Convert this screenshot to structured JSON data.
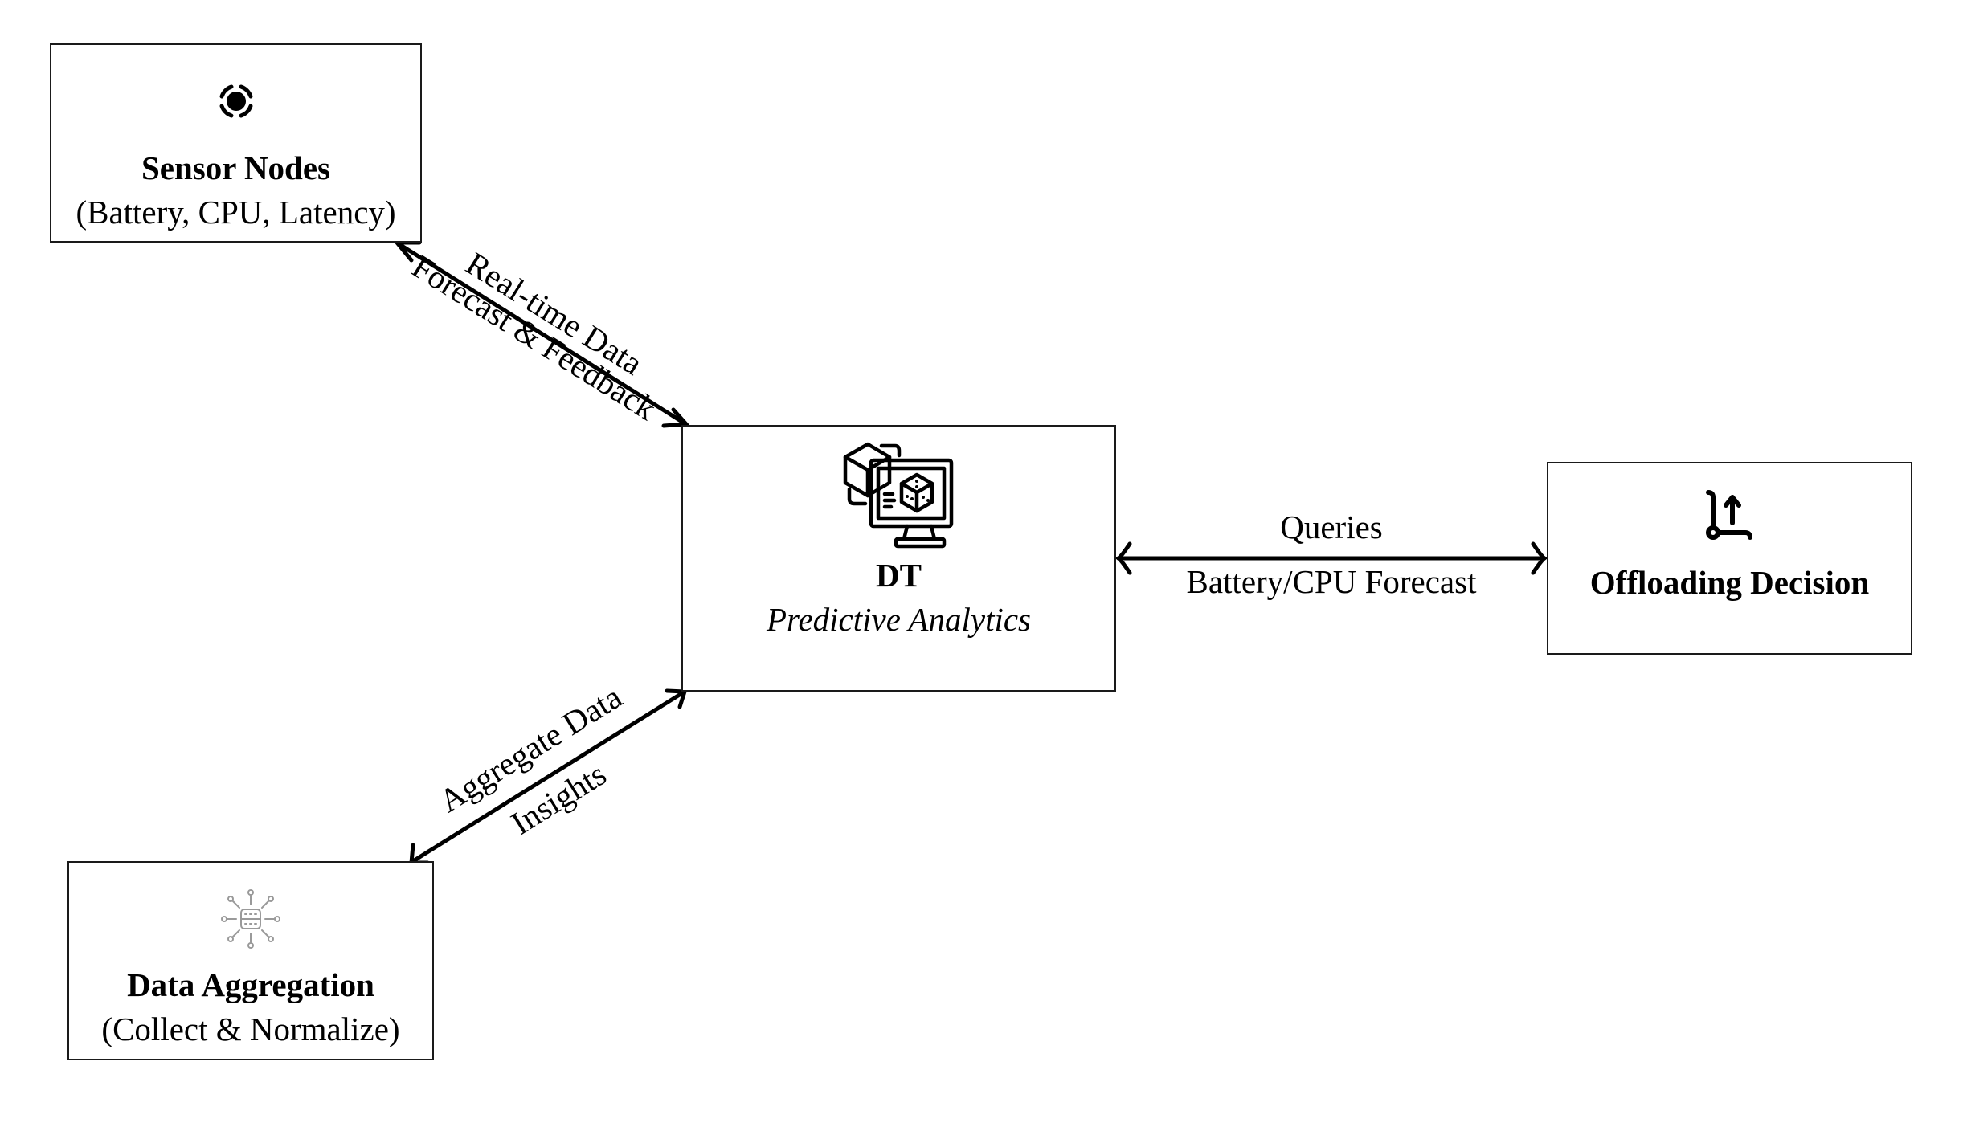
{
  "diagram": {
    "nodes": {
      "sensor": {
        "title": "Sensor Nodes",
        "subtitle": "(Battery, CPU, Latency)",
        "icon": "sensor-radar-icon"
      },
      "dt": {
        "title": "DT",
        "subtitle": "Predictive Analytics",
        "icon": "digital-twin-monitor-cube-icon"
      },
      "offload": {
        "title": "Offloading Decision",
        "icon": "offload-upload-cart-icon"
      },
      "aggregation": {
        "title": "Data Aggregation",
        "subtitle": "(Collect & Normalize)",
        "icon": "data-hub-database-icon"
      }
    },
    "edges": {
      "sensor_dt": {
        "label_above": "Real-time Data",
        "label_below": "Forecast & Feedback",
        "direction": "bidirectional"
      },
      "dt_offload": {
        "label_above": "Queries",
        "label_below": "Battery/CPU Forecast",
        "direction": "bidirectional"
      },
      "agg_dt": {
        "label_above": "Aggregate Data",
        "label_below": "Insights",
        "direction": "bidirectional"
      }
    }
  },
  "colors": {
    "stroke": "#000000",
    "border": "#1a1a1a",
    "background": "#ffffff",
    "icon_light": "#9a9a9a"
  }
}
